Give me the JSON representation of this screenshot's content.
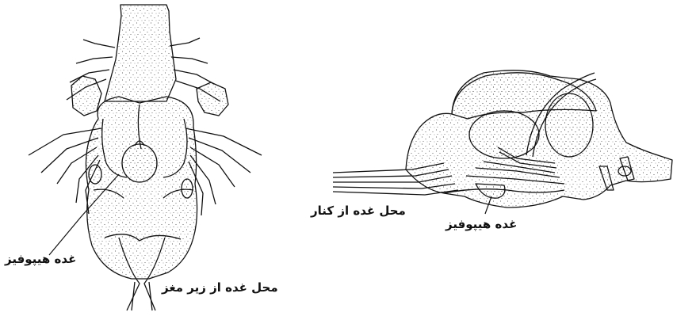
{
  "figure": {
    "left_view": {
      "label_gland": "غده هیپوفیز",
      "caption": "محل غده از زیر مغز"
    },
    "right_view": {
      "caption": "محل غده از کنار",
      "label_gland": "غده هیپوفیز"
    }
  }
}
